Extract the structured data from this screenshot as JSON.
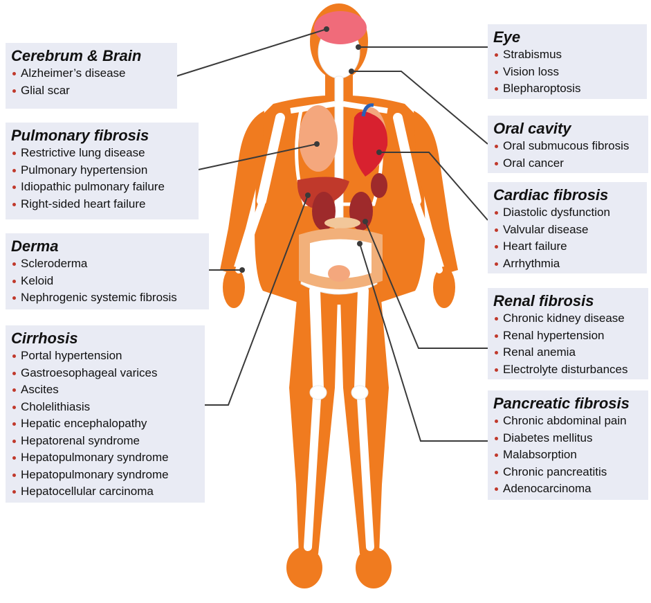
{
  "colors": {
    "body": "#f07b1f",
    "bone": "#ffffff",
    "panel": "#e9ebf4",
    "bullet": "#c0392b",
    "connector": "#3a3a3a",
    "heart": "#d8212f",
    "lung": "#f4a77d",
    "liver": "#c0392b",
    "kidney": "#9e2a2b",
    "intestine": "#f2b07a",
    "brain": "#f06b7a"
  },
  "panels": {
    "cerebrum": {
      "title": "Cerebrum & Brain",
      "items": [
        "Alzheimer’s disease",
        "Glial scar"
      ]
    },
    "pulmonary": {
      "title": "Pulmonary fibrosis",
      "items": [
        "Restrictive lung disease",
        "Pulmonary hypertension",
        "Idiopathic pulmonary failure",
        "Right-sided heart failure"
      ]
    },
    "derma": {
      "title": "Derma",
      "items": [
        "Scleroderma",
        "Keloid",
        "Nephrogenic systemic fibrosis"
      ]
    },
    "cirrhosis": {
      "title": "Cirrhosis",
      "items": [
        "Portal hypertension",
        "Gastroesophageal varices",
        "Ascites",
        "Cholelithiasis",
        "Hepatic encephalopathy",
        "Hepatorenal syndrome",
        "Hepatopulmonary syndrome",
        "Hepatopulmonary syndrome",
        "Hepatocellular carcinoma"
      ]
    },
    "eye": {
      "title": "Eye",
      "items": [
        "Strabismus",
        "Vision loss",
        "Blepharoptosis"
      ]
    },
    "oral": {
      "title": "Oral cavity",
      "items": [
        "Oral submucous fibrosis",
        "Oral cancer"
      ]
    },
    "cardiac": {
      "title": "Cardiac fibrosis",
      "items": [
        "Diastolic dysfunction",
        "Valvular disease",
        "Heart failure",
        "Arrhythmia"
      ]
    },
    "renal": {
      "title": "Renal fibrosis",
      "items": [
        "Chronic kidney disease",
        "Renal hypertension",
        "Renal anemia",
        "Electrolyte disturbances"
      ]
    },
    "pancreatic": {
      "title": "Pancreatic fibrosis",
      "items": [
        "Chronic abdominal pain",
        "Diabetes mellitus",
        "Malabsorption",
        "Chronic pancreatitis",
        "Adenocarcinoma"
      ]
    }
  }
}
